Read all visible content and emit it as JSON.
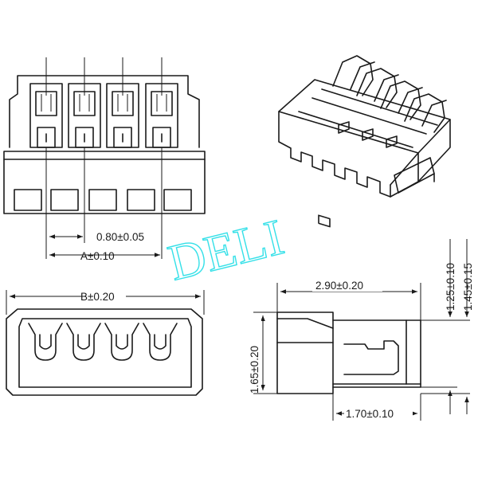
{
  "watermark": {
    "text": "DELI",
    "color": "#35e0e8"
  },
  "dimensions": {
    "pitch": "0.80±0.05",
    "a": "A±0.10",
    "b": "B±0.20",
    "length": "2.90±0.20",
    "height_total": "1.65±0.20",
    "height_a": "1.25±0.10",
    "height_b": "1.45±0.15",
    "depth": "1.70±0.10"
  },
  "colors": {
    "line": "#1a1a1a",
    "background": "#ffffff"
  }
}
